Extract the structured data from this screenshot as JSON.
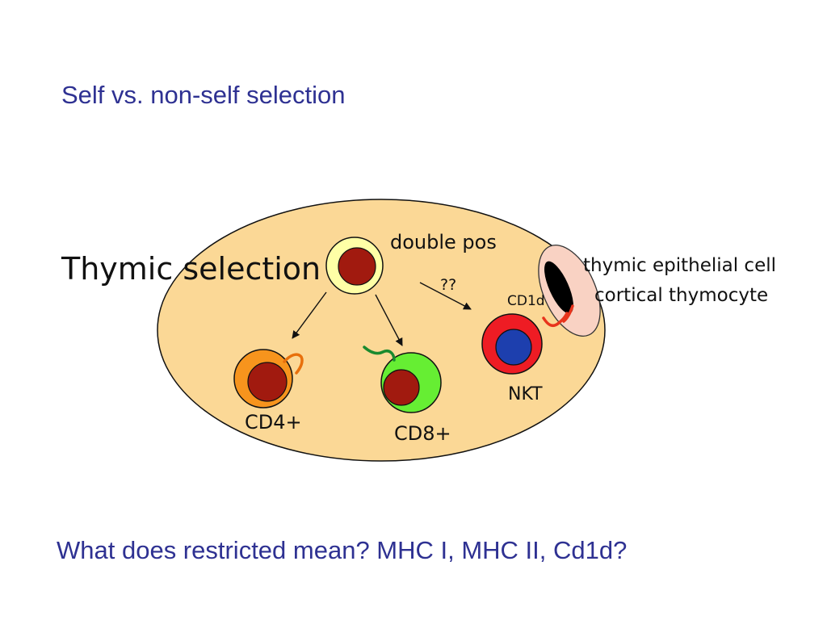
{
  "slide": {
    "title": "Self vs. non-self selection",
    "question": "What does restricted mean?  MHC I, MHC II, Cd1d?"
  },
  "diagram": {
    "heading": "Thymic selection",
    "labels": {
      "double_pos": "double pos",
      "unknown": "??",
      "cd1d": "CD1d",
      "epithelial_line1": "thymic epithelial cell",
      "epithelial_line2": "cortical thymocyte",
      "cd4": "CD4+",
      "cd8": "CD8+",
      "nkt": "NKT"
    },
    "colors": {
      "thymus": "#fbd896",
      "double_pos_outer": "#ffffa6",
      "nucleus": "#a11a0f",
      "cd4_cell": "#f7941d",
      "cd8_cell": "#66ee33",
      "nkt_outer": "#ee1c24",
      "nkt_nucleus": "#1d3fae",
      "receptor_red": "#e8341c",
      "receptor_orange": "#e8700c",
      "receptor_green": "#1a8a2e",
      "epithelial_cell": "#f9d2c3",
      "epithelial_nucleus": "#000000",
      "text_blue": "#2e3192"
    }
  }
}
